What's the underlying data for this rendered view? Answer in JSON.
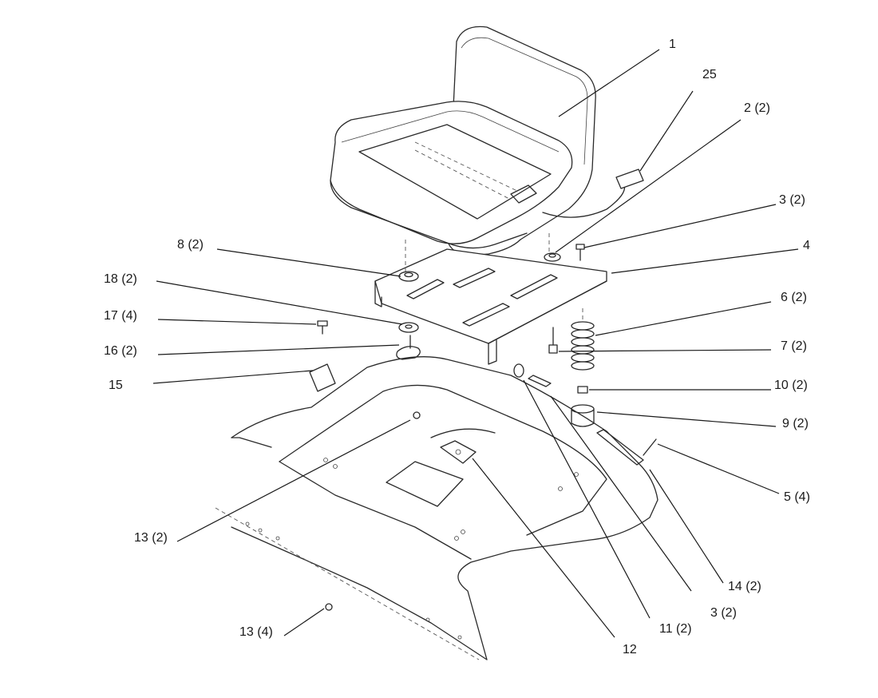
{
  "callouts": [
    {
      "id": "c1",
      "label": "1"
    },
    {
      "id": "c25",
      "label": "25"
    },
    {
      "id": "c2",
      "label": "2 (2)"
    },
    {
      "id": "c3a",
      "label": "3 (2)"
    },
    {
      "id": "c4",
      "label": "4"
    },
    {
      "id": "c8",
      "label": "8 (2)"
    },
    {
      "id": "c18",
      "label": "18 (2)"
    },
    {
      "id": "c17",
      "label": "17 (4)"
    },
    {
      "id": "c16",
      "label": "16 (2)"
    },
    {
      "id": "c15",
      "label": "15"
    },
    {
      "id": "c6",
      "label": "6 (2)"
    },
    {
      "id": "c7",
      "label": "7 (2)"
    },
    {
      "id": "c10",
      "label": "10 (2)"
    },
    {
      "id": "c9",
      "label": "9 (2)"
    },
    {
      "id": "c5",
      "label": "5 (4)"
    },
    {
      "id": "c13a",
      "label": "13 (2)"
    },
    {
      "id": "c14",
      "label": "14 (2)"
    },
    {
      "id": "c3b",
      "label": "3 (2)"
    },
    {
      "id": "c11",
      "label": "11 (2)"
    },
    {
      "id": "c12",
      "label": "12"
    },
    {
      "id": "c13b",
      "label": "13 (4)"
    }
  ]
}
